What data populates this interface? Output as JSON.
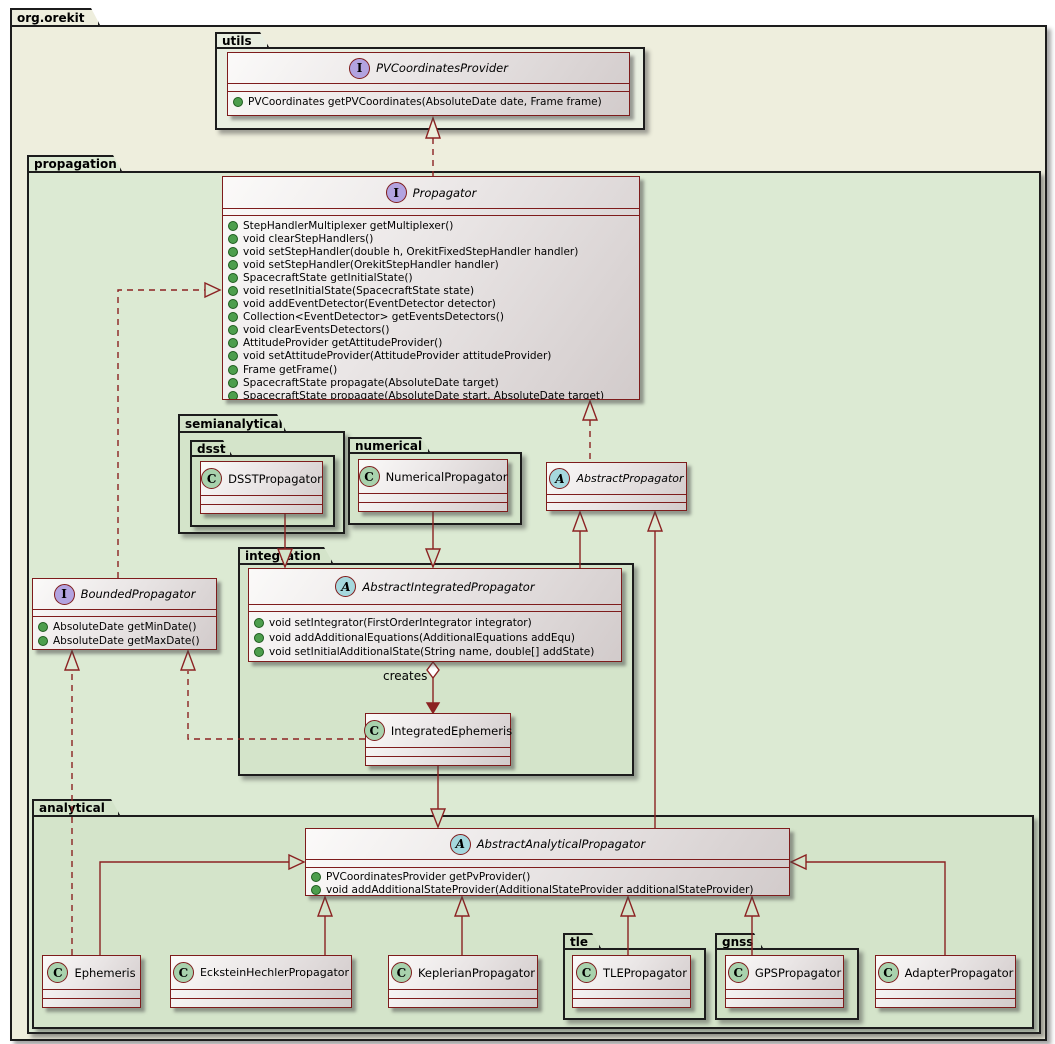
{
  "packages": {
    "orekit": "org.orekit",
    "utils": "utils",
    "propagation": "propagation",
    "semianalytical": "semianalytical",
    "dsst": "dsst",
    "numerical": "numerical",
    "integration": "integration",
    "analytical": "analytical",
    "tle": "tle",
    "gnss": "gnss"
  },
  "icons": {
    "interface": "I",
    "abstract": "A",
    "class": "C"
  },
  "labels": {
    "creates": "creates"
  },
  "classes": {
    "pvCoordinatesProvider": {
      "kind": "interface",
      "name": "PVCoordinatesProvider",
      "methods": [
        "PVCoordinates getPVCoordinates(AbsoluteDate date, Frame frame)"
      ]
    },
    "propagator": {
      "kind": "interface",
      "name": "Propagator",
      "methods": [
        "StepHandlerMultiplexer getMultiplexer()",
        "void clearStepHandlers()",
        "void setStepHandler(double h, OrekitFixedStepHandler handler)",
        "void setStepHandler(OrekitStepHandler handler)",
        "SpacecraftState getInitialState()",
        "void resetInitialState(SpacecraftState state)",
        "void addEventDetector(EventDetector detector)",
        "Collection<EventDetector> getEventsDetectors()",
        "void clearEventsDetectors()",
        "AttitudeProvider getAttitudeProvider()",
        "void setAttitudeProvider(AttitudeProvider attitudeProvider)",
        "Frame getFrame()",
        "SpacecraftState propagate(AbsoluteDate target)",
        "SpacecraftState propagate(AbsoluteDate start, AbsoluteDate target)"
      ]
    },
    "dsstPropagator": {
      "kind": "class",
      "name": "DSSTPropagator",
      "methods": []
    },
    "numericalPropagator": {
      "kind": "class",
      "name": "NumericalPropagator",
      "methods": []
    },
    "abstractPropagator": {
      "kind": "abstract",
      "name": "AbstractPropagator",
      "methods": []
    },
    "boundedPropagator": {
      "kind": "interface",
      "name": "BoundedPropagator",
      "methods": [
        "AbsoluteDate getMinDate()",
        "AbsoluteDate getMaxDate()"
      ]
    },
    "abstractIntegratedPropagator": {
      "kind": "abstract",
      "name": "AbstractIntegratedPropagator",
      "methods": [
        "void setIntegrator(FirstOrderIntegrator integrator)",
        "void addAdditionalEquations(AdditionalEquations addEqu)",
        "void setInitialAdditionalState(String name, double[] addState)"
      ]
    },
    "integratedEphemeris": {
      "kind": "class",
      "name": "IntegratedEphemeris",
      "methods": []
    },
    "abstractAnalyticalPropagator": {
      "kind": "abstract",
      "name": "AbstractAnalyticalPropagator",
      "methods": [
        "PVCoordinatesProvider getPvProvider()",
        "void addAdditionalStateProvider(AdditionalStateProvider additionalStateProvider)"
      ]
    },
    "ephemeris": {
      "kind": "class",
      "name": "Ephemeris",
      "methods": []
    },
    "ecksteinHechlerPropagator": {
      "kind": "class",
      "name": "EcksteinHechlerPropagator",
      "methods": []
    },
    "keplerianPropagator": {
      "kind": "class",
      "name": "KeplerianPropagator",
      "methods": []
    },
    "tlePropagator": {
      "kind": "class",
      "name": "TLEPropagator",
      "methods": []
    },
    "gpsPropagator": {
      "kind": "class",
      "name": "GPSPropagator",
      "methods": []
    },
    "adapterPropagator": {
      "kind": "class",
      "name": "AdapterPropagator",
      "methods": []
    }
  },
  "relationships": [
    {
      "from": "Propagator",
      "to": "PVCoordinatesProvider",
      "type": "dashed-generalization"
    },
    {
      "from": "BoundedPropagator",
      "to": "Propagator",
      "type": "dashed-generalization"
    },
    {
      "from": "AbstractPropagator",
      "to": "Propagator",
      "type": "dashed-generalization"
    },
    {
      "from": "DSSTPropagator",
      "to": "AbstractIntegratedPropagator",
      "type": "generalization"
    },
    {
      "from": "NumericalPropagator",
      "to": "AbstractIntegratedPropagator",
      "type": "generalization"
    },
    {
      "from": "AbstractIntegratedPropagator",
      "to": "AbstractPropagator",
      "type": "generalization"
    },
    {
      "from": "AbstractAnalyticalPropagator",
      "to": "AbstractPropagator",
      "type": "generalization"
    },
    {
      "from": "AbstractIntegratedPropagator",
      "to": "IntegratedEphemeris",
      "type": "aggregation-arrow",
      "label": "creates"
    },
    {
      "from": "IntegratedEphemeris",
      "to": "AbstractAnalyticalPropagator",
      "type": "generalization"
    },
    {
      "from": "Ephemeris",
      "to": "BoundedPropagator",
      "type": "dashed-generalization"
    },
    {
      "from": "IntegratedEphemeris",
      "to": "BoundedPropagator",
      "type": "dashed-generalization"
    },
    {
      "from": "Ephemeris",
      "to": "AbstractAnalyticalPropagator",
      "type": "generalization"
    },
    {
      "from": "EcksteinHechlerPropagator",
      "to": "AbstractAnalyticalPropagator",
      "type": "generalization"
    },
    {
      "from": "KeplerianPropagator",
      "to": "AbstractAnalyticalPropagator",
      "type": "generalization"
    },
    {
      "from": "TLEPropagator",
      "to": "AbstractAnalyticalPropagator",
      "type": "generalization"
    },
    {
      "from": "GPSPropagator",
      "to": "AbstractAnalyticalPropagator",
      "type": "generalization"
    },
    {
      "from": "AdapterPropagator",
      "to": "AbstractAnalyticalPropagator",
      "type": "generalization"
    }
  ],
  "colors": {
    "line": "#8b2222",
    "box_border": "#7e1c1c",
    "interface_icon": "#b2a3e0",
    "abstract_icon": "#a5d8de",
    "class_icon": "#a8d2ad",
    "orekit_bg": "#eeeedd",
    "utils_bg": "#e9efe1",
    "propagation_bg": "#dcead3",
    "nested_bg": "#d4e4ca",
    "inner_bg": "#cfe0c4",
    "method_dot": "#4d9e4d"
  }
}
